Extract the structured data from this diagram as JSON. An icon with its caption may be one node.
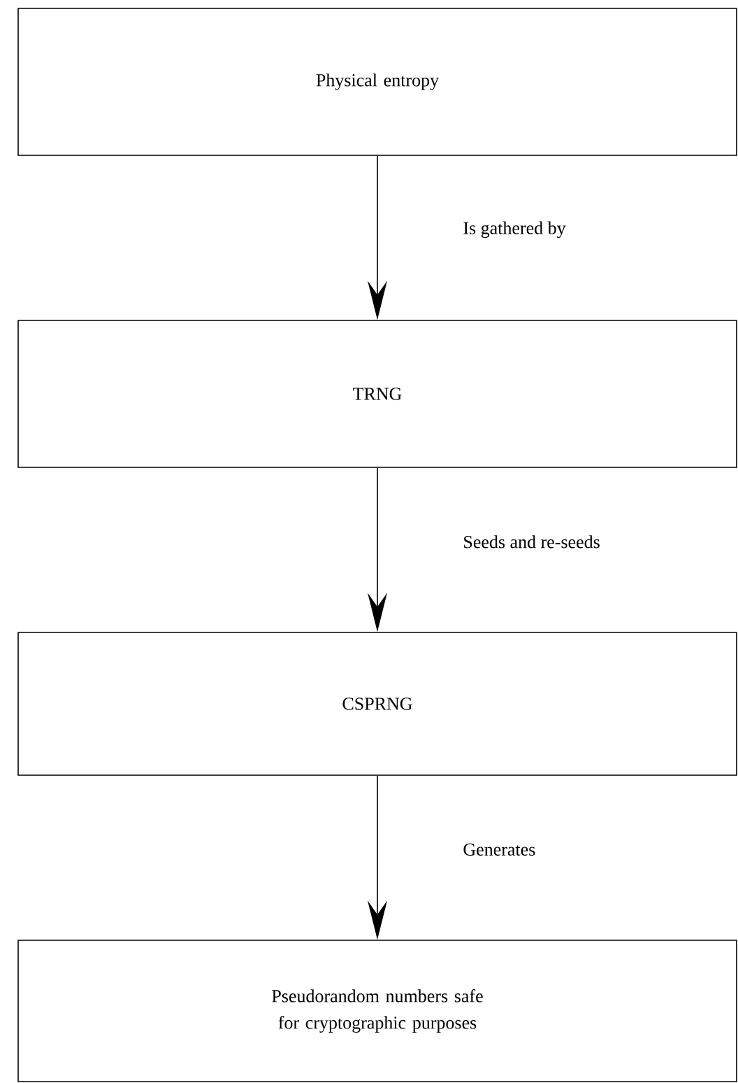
{
  "diagram": {
    "nodes": [
      {
        "text": [
          "Physical entropy"
        ]
      },
      {
        "text": [
          "TRNG"
        ]
      },
      {
        "text": [
          "CSPRNG"
        ]
      },
      {
        "text": [
          "Pseudorandom numbers safe for cryptographic purposes"
        ]
      }
    ],
    "edges": [
      {
        "from": 0,
        "to": 1,
        "arrow": "to",
        "label": "Is gathered by"
      },
      {
        "from": 1,
        "to": 2,
        "arrow": "to",
        "label": "Seeds and re-seeds"
      },
      {
        "from": 2,
        "to": 3,
        "arrow": "to",
        "label": "Generates"
      }
    ]
  }
}
